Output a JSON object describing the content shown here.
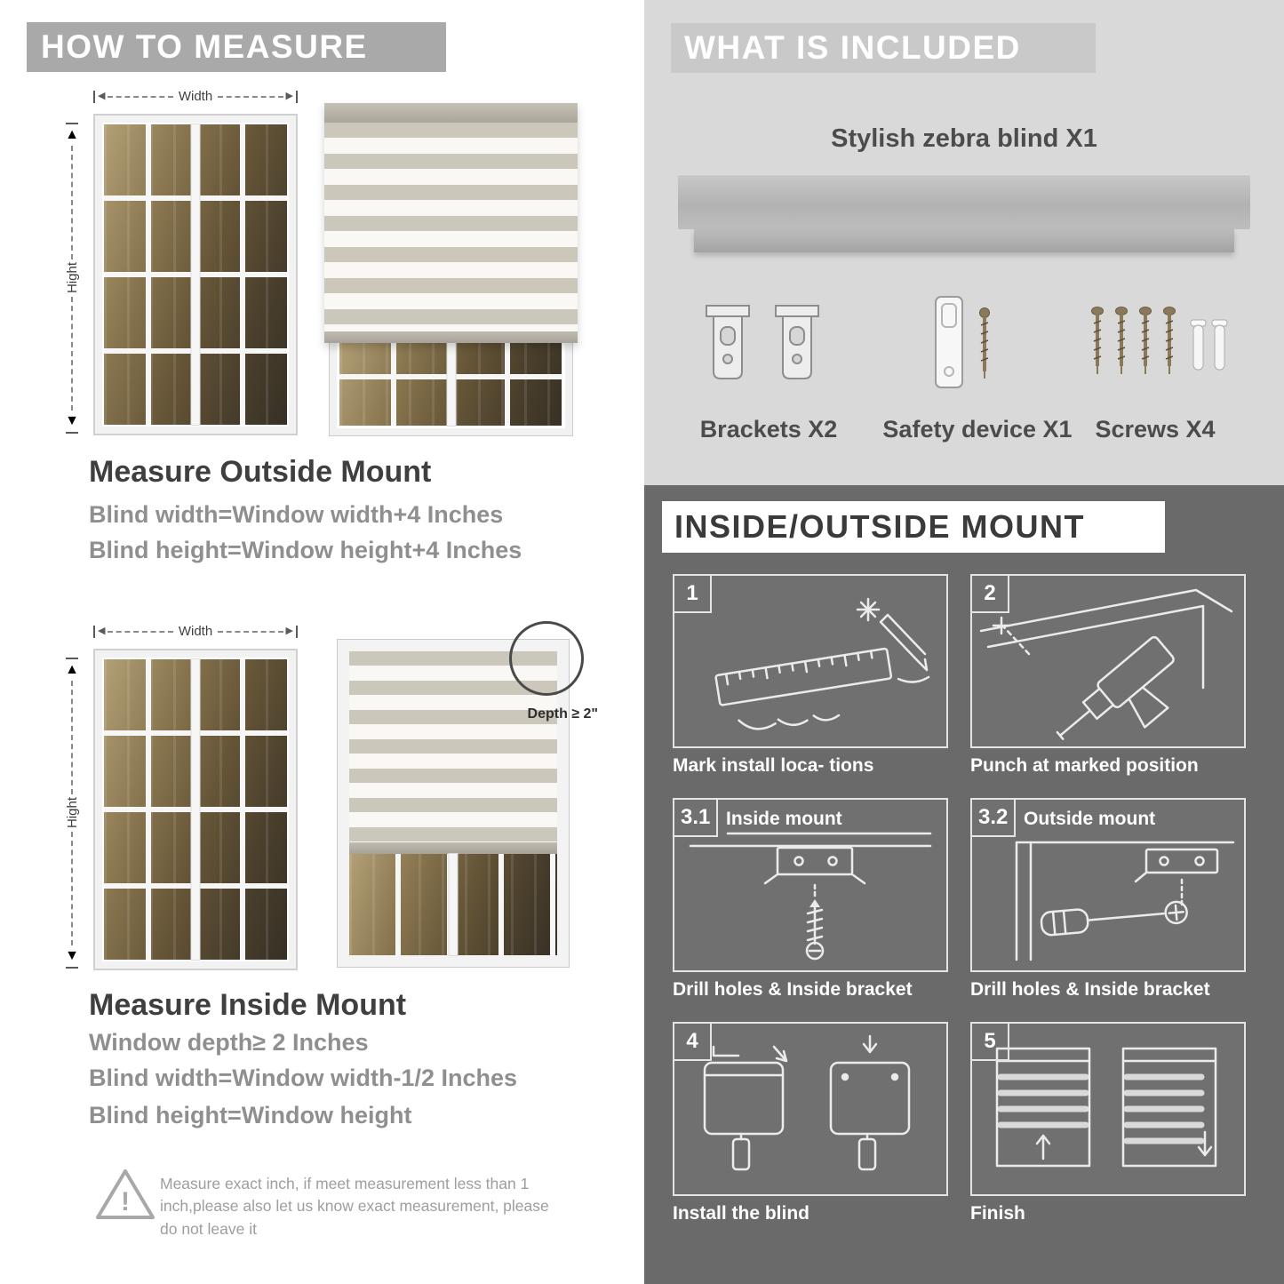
{
  "colors": {
    "how_to_measure_banner": "#a9a9a9",
    "included_background": "#d9d9d9",
    "included_banner": "#c9c9c9",
    "mount_background": "#6a6a6a",
    "heading_dark": "#3f3f3f",
    "body_gray": "#8f8f8f",
    "blind_stripe": "#ccc7bb"
  },
  "left": {
    "banner": "HOW TO MEASURE",
    "outside": {
      "width_label": "Width",
      "height_label": "Hight",
      "title": "Measure Outside Mount",
      "lines": [
        "Blind width=Window width+4 Inches",
        "Blind height=Window height+4 Inches"
      ]
    },
    "inside": {
      "width_label": "Width",
      "height_label": "Hight",
      "depth_label": "Depth ≥ 2\"",
      "title": "Measure Inside Mount",
      "lines": [
        "Window depth≥ 2 Inches",
        "Blind width=Window width-1/2 Inches",
        "Blind height=Window height"
      ]
    },
    "warning": {
      "icon": "!",
      "text": "Measure exact inch, if meet measurement less than 1 inch,please also let us know exact measurement, please do not leave it"
    }
  },
  "right": {
    "included": {
      "banner": "WHAT IS INCLUDED",
      "blind_label": "Stylish zebra blind X1",
      "items": [
        {
          "label": "Brackets X2",
          "icon": "mounting-brackets-icon"
        },
        {
          "label": "Safety device X1",
          "icon": "cord-safety-device-icon"
        },
        {
          "label": "Screws X4",
          "icon": "screws-anchors-icon"
        }
      ]
    },
    "mount": {
      "banner": "INSIDE/OUTSIDE MOUNT",
      "steps": [
        {
          "num": "1",
          "caption": "Mark install loca- tions"
        },
        {
          "num": "2",
          "caption": "Punch at  marked position"
        },
        {
          "num": "3.1",
          "title": "Inside mount",
          "caption": "Drill holes &  Inside bracket"
        },
        {
          "num": "3.2",
          "title": "Outside mount",
          "caption": "Drill holes &  Inside bracket"
        },
        {
          "num": "4",
          "caption": "Install the blind"
        },
        {
          "num": "5",
          "caption": "Finish"
        }
      ]
    }
  }
}
